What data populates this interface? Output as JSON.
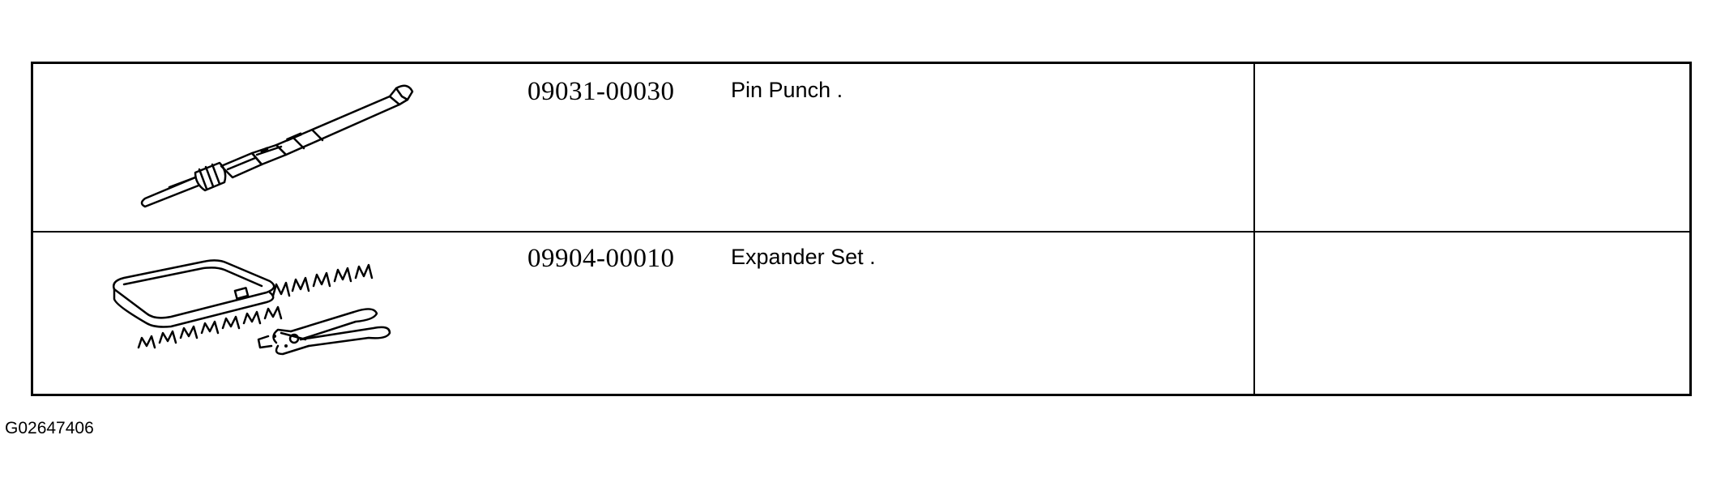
{
  "tools": [
    {
      "part_number": "09031-00030",
      "name": "Pin Punch .",
      "illustration": "pin-punch-icon"
    },
    {
      "part_number": "09904-00010",
      "name": "Expander Set .",
      "illustration": "expander-set-icon"
    }
  ],
  "figure_code": "G02647406"
}
